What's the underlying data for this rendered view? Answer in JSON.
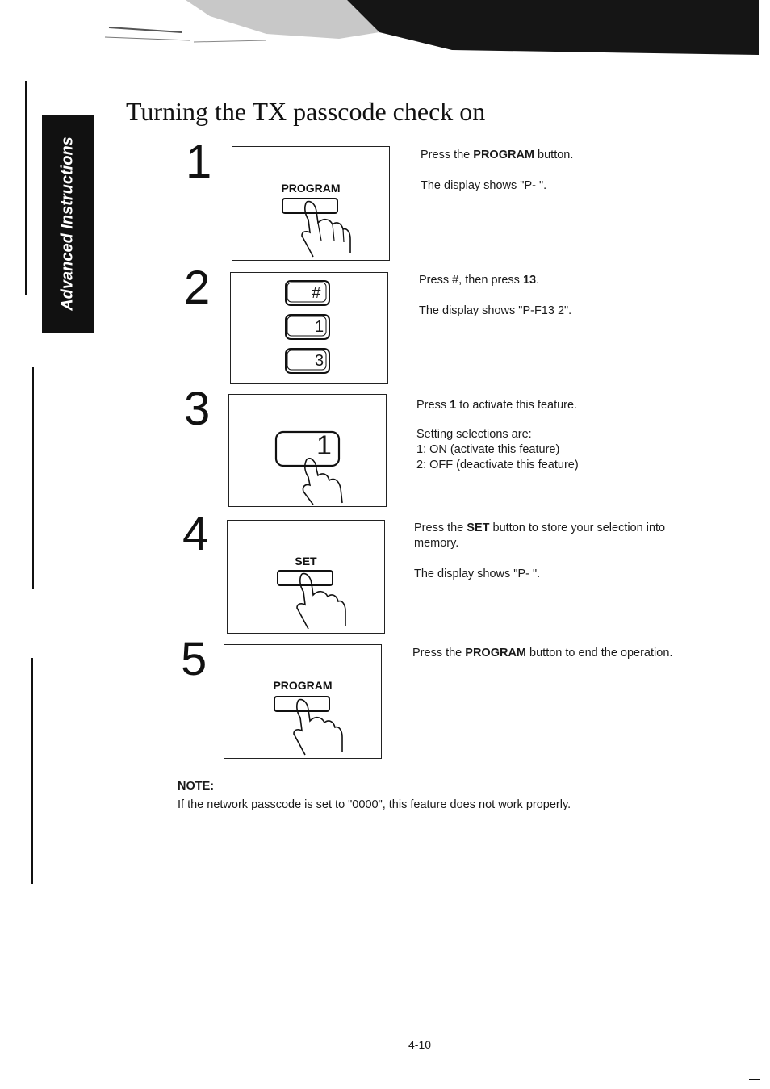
{
  "sidebar": {
    "tab_label": "Advanced Instructions"
  },
  "title": "Turning the TX passcode check on",
  "steps": [
    {
      "number": "1",
      "panel_label": "PROGRAM",
      "line1_pre": "Press the ",
      "line1_bold": "PROGRAM",
      "line1_post": " button.",
      "line2": "The display shows \"P-  \"."
    },
    {
      "number": "2",
      "keys": [
        "#",
        "1",
        "3"
      ],
      "line1_pre": "Press #, then press ",
      "line1_bold": "13",
      "line1_post": ".",
      "line2": "The display shows \"P-F13  2\"."
    },
    {
      "number": "3",
      "key": "1",
      "line1_pre": "Press ",
      "line1_bold": "1",
      "line1_post": " to activate this feature.",
      "options_heading": "Setting selections are:",
      "options": [
        "1:  ON (activate this feature)",
        "2:  OFF (deactivate this feature)"
      ]
    },
    {
      "number": "4",
      "panel_label": "SET",
      "line1_pre": "Press the ",
      "line1_bold": "SET",
      "line1_post": " button to store your selection into memory.",
      "line2": "The display shows \"P-  \"."
    },
    {
      "number": "5",
      "panel_label": "PROGRAM",
      "line1_pre": "Press the ",
      "line1_bold": "PROGRAM",
      "line1_post": " button to end the operation."
    }
  ],
  "note": {
    "heading": "NOTE:",
    "text": "If the network passcode is set to \"0000\", this feature does not work properly."
  },
  "page_number": "4-10"
}
